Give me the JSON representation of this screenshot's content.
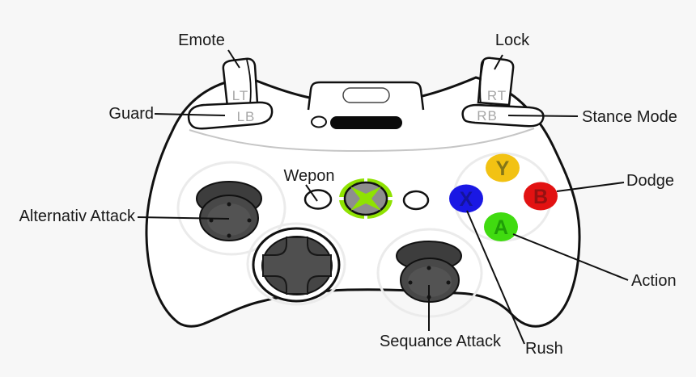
{
  "background": "#f7f7f7",
  "callouts": {
    "emote": "Emote",
    "lock": "Lock",
    "guard": "Guard",
    "stance_mode": "Stance Mode",
    "wepon": "Wepon",
    "alternativ_attack": "Alternativ Attack",
    "sequance_attack": "Sequance Attack",
    "rush": "Rush",
    "dodge": "Dodge",
    "action": "Action"
  },
  "controller": {
    "left_trigger_label": "LT",
    "right_trigger_label": "RT",
    "left_bumper_label": "LB",
    "right_bumper_label": "RB",
    "guide_color": "#8FE202",
    "face_buttons": {
      "y": {
        "letter": "Y",
        "color": "#F2C213",
        "letter_color": "#857618"
      },
      "b": {
        "letter": "B",
        "color": "#E21212",
        "letter_color": "#951111"
      },
      "x": {
        "letter": "X",
        "color": "#1A18E4",
        "letter_color": "#14149B"
      },
      "a": {
        "letter": "A",
        "color": "#40DB10",
        "letter_color": "#1F9E07"
      }
    }
  }
}
